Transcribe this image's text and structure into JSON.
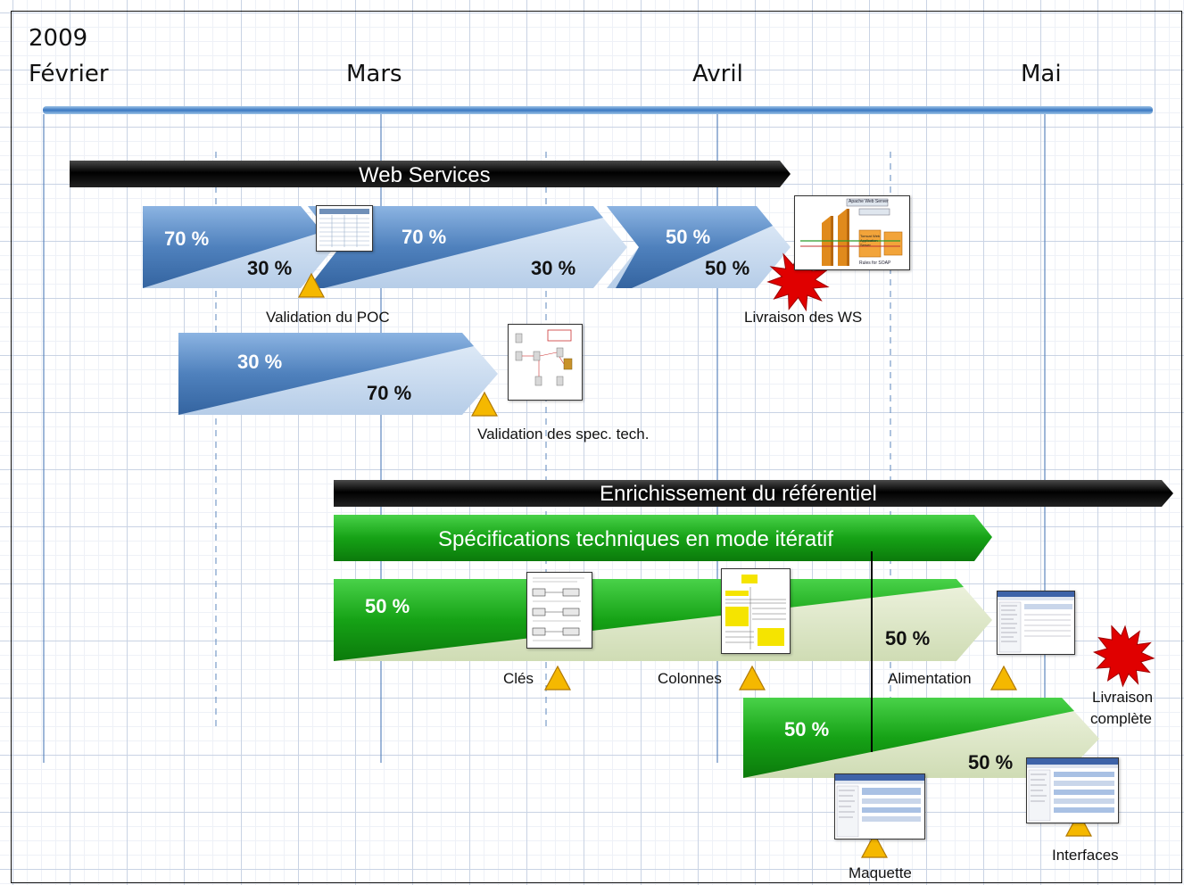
{
  "year": "2009",
  "months": [
    "Février",
    "Mars",
    "Avril",
    "Mai"
  ],
  "groups": {
    "web_services": "Web Services",
    "enrichissement": "Enrichissement du référentiel",
    "specs": "Spécifications techniques en mode itératif"
  },
  "tasks": [
    {
      "done": "70 %",
      "remaining": "30 %"
    },
    {
      "done": "70 %",
      "remaining": "30 %"
    },
    {
      "done": "50 %",
      "remaining": "50 %"
    },
    {
      "done": "30 %",
      "remaining": "70 %"
    },
    {
      "done": "50 %",
      "remaining": "50 %"
    },
    {
      "done": "50 %",
      "remaining": "50 %"
    }
  ],
  "milestones": {
    "poc": "Validation du POC",
    "ws": "Livraison des WS",
    "spec_tech": "Validation des spec. tech.",
    "cles": "Clés",
    "colonnes": "Colonnes",
    "alimentation": "Alimentation",
    "livraison_l1": "Livraison",
    "livraison_l2": "complète",
    "maquette": "Maquette",
    "interfaces": "Interfaces"
  },
  "thumbnail_texts": {
    "apache": "Apache Web Server",
    "tomcat": "Tomcat Web Application Server",
    "rules": "Rules for SOAP"
  },
  "colors": {
    "blue": "#4f81bd",
    "green": "#1f9e1f",
    "black": "#111111",
    "star": "#e00000",
    "milestone": "#f5b800"
  }
}
